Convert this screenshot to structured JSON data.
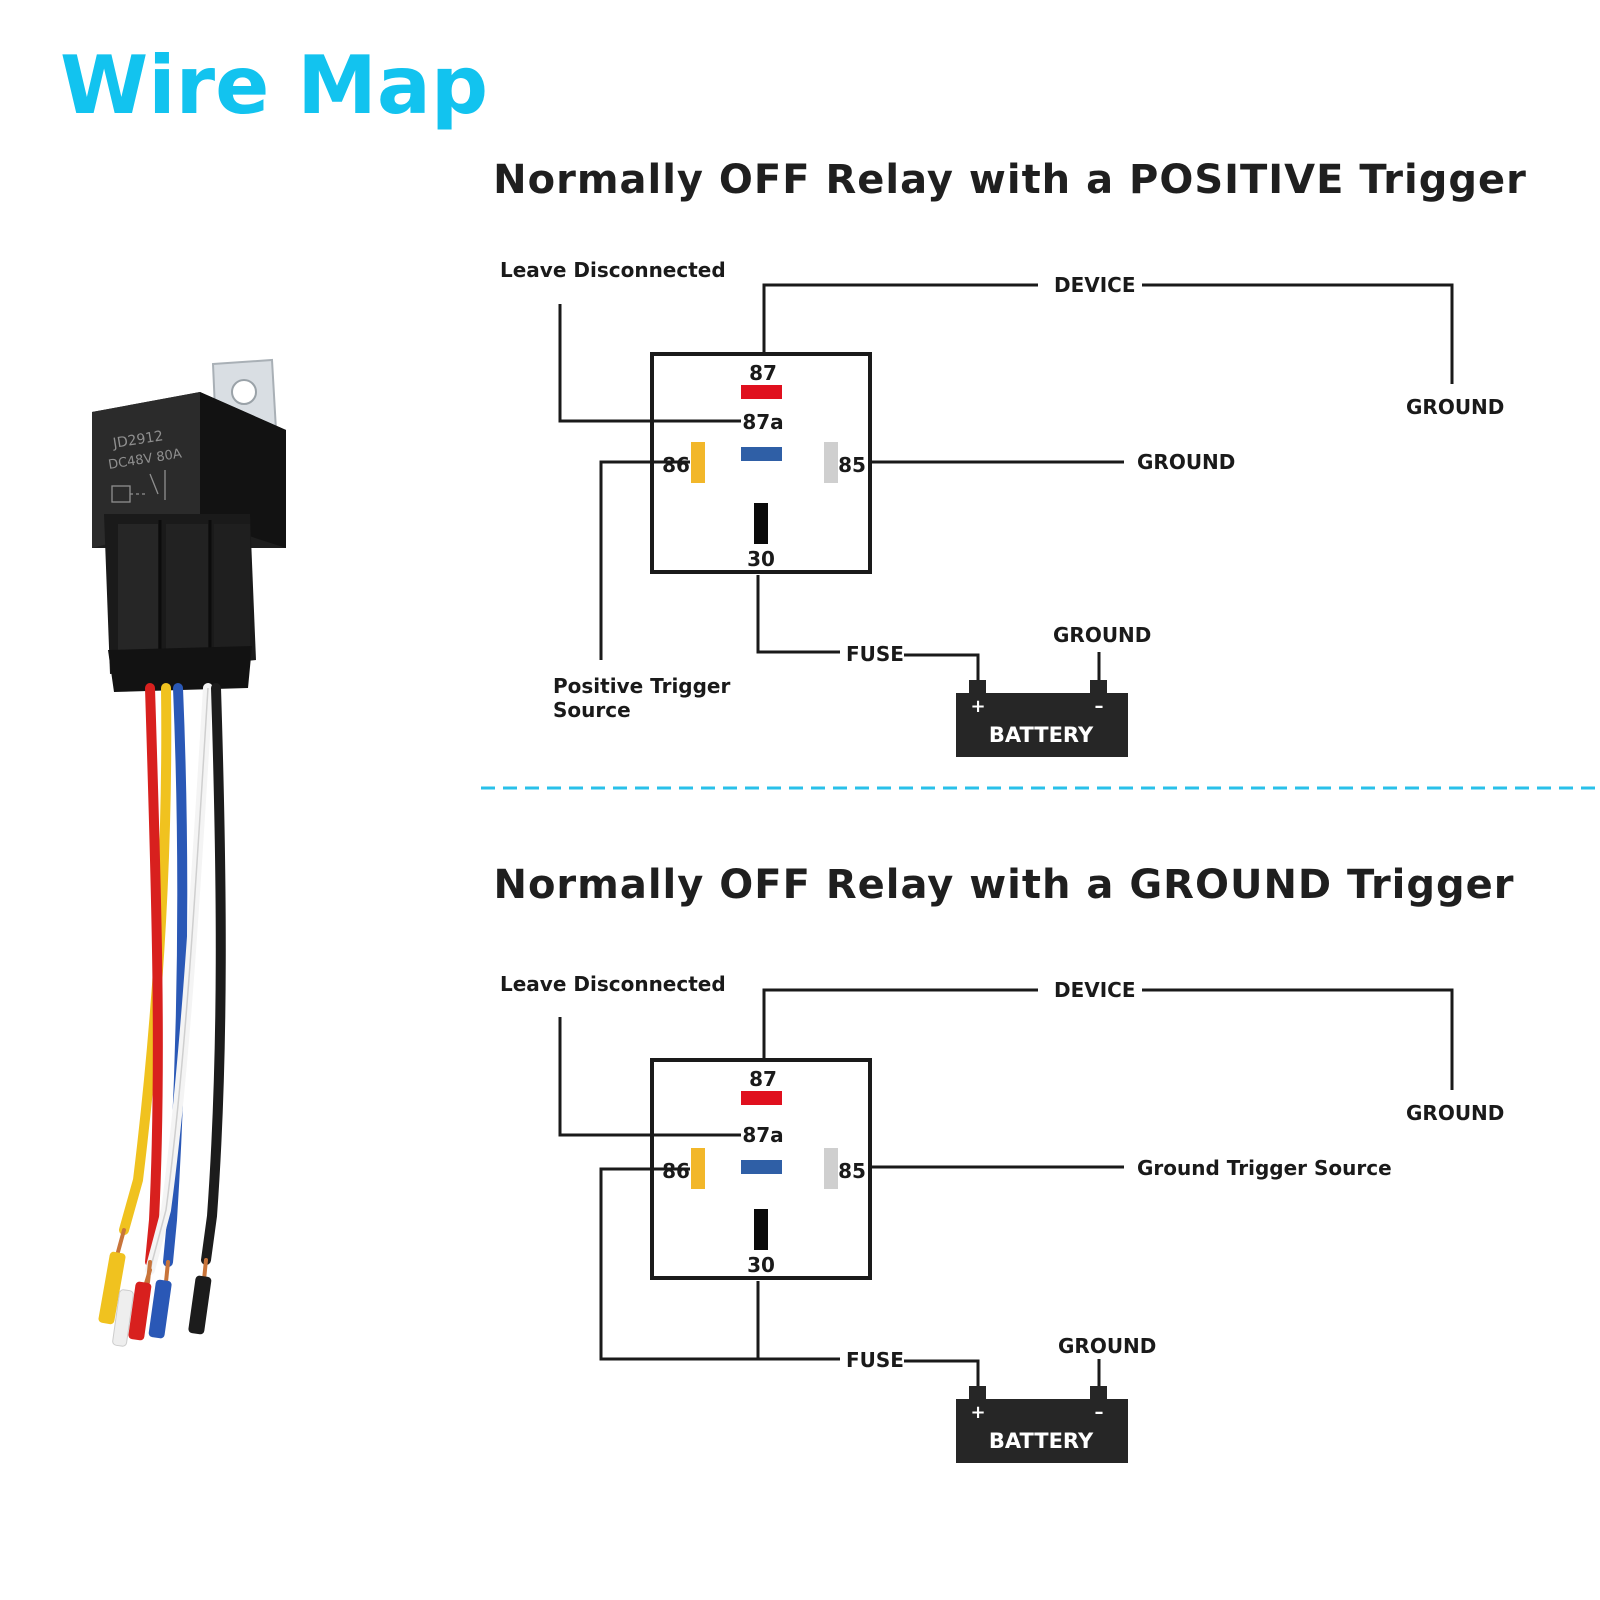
{
  "page_title": "Wire Map",
  "colors": {
    "title": "#12c3ef",
    "divider": "#29c0ea",
    "ink": "#1a1a1a",
    "pin_87": "#e0101e",
    "pin_87a": "#2f5fa6",
    "pin_86": "#f2b72a",
    "pin_85": "#cfcfcf",
    "pin_30": "#0a0a0a",
    "battery": "#262626"
  },
  "product": {
    "model": "JD2912",
    "rating": "DC48V 80A",
    "wire_colors": [
      "#d8201e",
      "#f0c21f",
      "#2a58b6",
      "#f4f4f4",
      "#1c1c1c"
    ]
  },
  "diagram_positive": {
    "heading": "Normally OFF Relay with a POSITIVE Trigger",
    "leave_disconnected": "Leave Disconnected",
    "device": "DEVICE",
    "ground_device": "GROUND",
    "pin85_target": "GROUND",
    "trigger_line1": "Positive Trigger",
    "trigger_line2": "Source",
    "fuse": "FUSE",
    "battery_ground": "GROUND",
    "battery": "BATTERY",
    "battery_plus": "+",
    "battery_minus": "–",
    "pin_87": "87",
    "pin_87a": "87a",
    "pin_86": "86",
    "pin_85": "85",
    "pin_30": "30"
  },
  "diagram_ground": {
    "heading": "Normally OFF Relay with a GROUND Trigger",
    "leave_disconnected": "Leave Disconnected",
    "device": "DEVICE",
    "ground_device": "GROUND",
    "pin85_target": "Ground Trigger Source",
    "fuse": "FUSE",
    "battery_ground": "GROUND",
    "battery": "BATTERY",
    "battery_plus": "+",
    "battery_minus": "–",
    "pin_87": "87",
    "pin_87a": "87a",
    "pin_86": "86",
    "pin_85": "85",
    "pin_30": "30"
  }
}
